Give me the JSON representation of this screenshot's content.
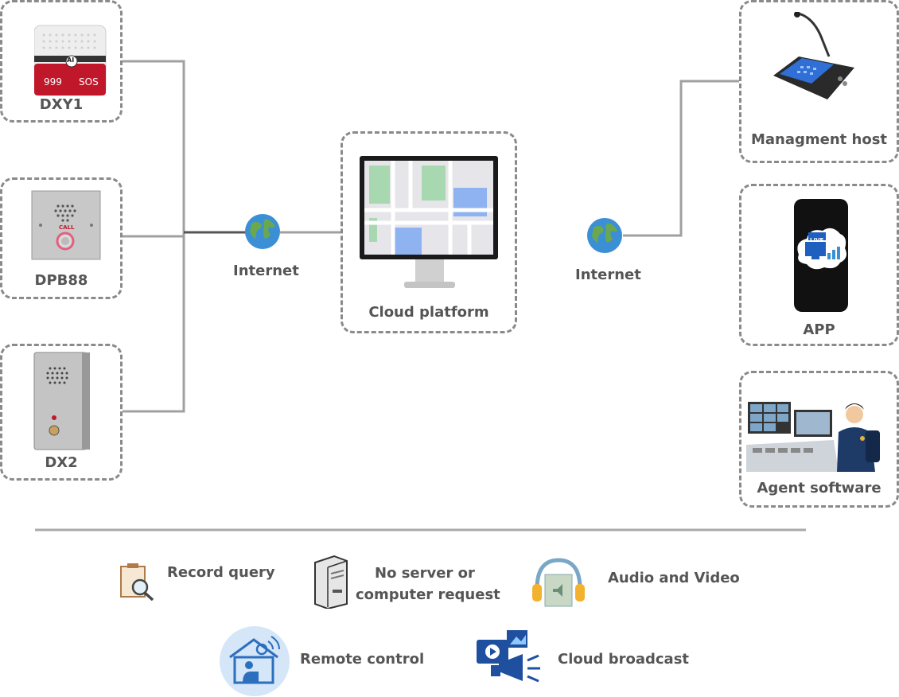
{
  "devices": {
    "dxy1": {
      "label": "DXY1",
      "panel_left": "999",
      "panel_right": "SOS",
      "badge": "AI"
    },
    "dpb88": {
      "label": "DPB88",
      "call_text": "CALL"
    },
    "dx2": {
      "label": "DX2"
    }
  },
  "network": {
    "left_internet": "Internet",
    "right_internet": "Internet",
    "cloud": "Cloud platform"
  },
  "clients": {
    "management": "Managment host",
    "app": "APP",
    "app_badge": "LIVE",
    "agent": "Agent software"
  },
  "features": {
    "record_query": "Record query",
    "no_server_1": "No server or",
    "no_server_2": "computer request",
    "audio_video": "Audio and Video",
    "remote_control": "Remote control",
    "cloud_broadcast": "Cloud broadcast"
  },
  "icons": [
    "globe-icon",
    "record-query-icon",
    "server-icon",
    "headphones-icon",
    "remote-control-icon",
    "broadcast-icon"
  ],
  "colors": {
    "dxy1_red": "#c0182a",
    "globe_blue": "#3b8fd4",
    "globe_green": "#6aa84f",
    "map_green": "#a8d8b0",
    "map_blue": "#8fb3f0"
  }
}
